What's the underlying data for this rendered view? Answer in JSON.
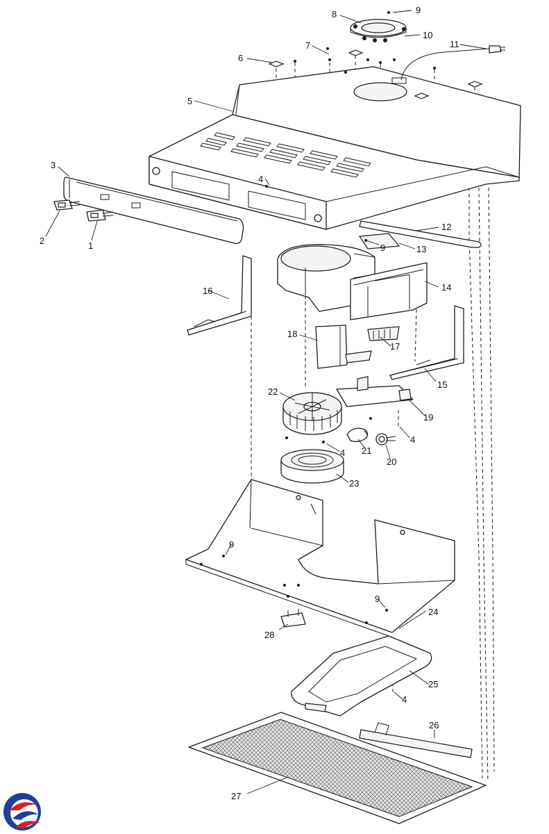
{
  "diagram": {
    "type": "exploded-parts-view",
    "callouts": [
      {
        "id": "c1",
        "label": "1"
      },
      {
        "id": "c2",
        "label": "2"
      },
      {
        "id": "c3",
        "label": "3"
      },
      {
        "id": "c4a",
        "label": "4"
      },
      {
        "id": "c4b",
        "label": "4"
      },
      {
        "id": "c4c",
        "label": "4"
      },
      {
        "id": "c4d",
        "label": "4"
      },
      {
        "id": "c5",
        "label": "5"
      },
      {
        "id": "c6",
        "label": "6"
      },
      {
        "id": "c7",
        "label": "7"
      },
      {
        "id": "c8",
        "label": "8"
      },
      {
        "id": "c9a",
        "label": "9"
      },
      {
        "id": "c9b",
        "label": "9"
      },
      {
        "id": "c9c",
        "label": "9"
      },
      {
        "id": "c9d",
        "label": "9"
      },
      {
        "id": "c10",
        "label": "10"
      },
      {
        "id": "c11",
        "label": "11"
      },
      {
        "id": "c12",
        "label": "12"
      },
      {
        "id": "c13",
        "label": "13"
      },
      {
        "id": "c14",
        "label": "14"
      },
      {
        "id": "c15",
        "label": "15"
      },
      {
        "id": "c16",
        "label": "16"
      },
      {
        "id": "c17",
        "label": "17"
      },
      {
        "id": "c18",
        "label": "18"
      },
      {
        "id": "c19",
        "label": "19"
      },
      {
        "id": "c20",
        "label": "20"
      },
      {
        "id": "c21",
        "label": "21"
      },
      {
        "id": "c22",
        "label": "22"
      },
      {
        "id": "c23",
        "label": "23"
      },
      {
        "id": "c24",
        "label": "24"
      },
      {
        "id": "c25",
        "label": "25"
      },
      {
        "id": "c26",
        "label": "26"
      },
      {
        "id": "c27",
        "label": "27"
      },
      {
        "id": "c28",
        "label": "28"
      }
    ]
  },
  "logo": {
    "icon": "brand-swirl-logo-icon",
    "colors": {
      "primary": "#1f3f9a",
      "accent": "#d61f26"
    }
  }
}
